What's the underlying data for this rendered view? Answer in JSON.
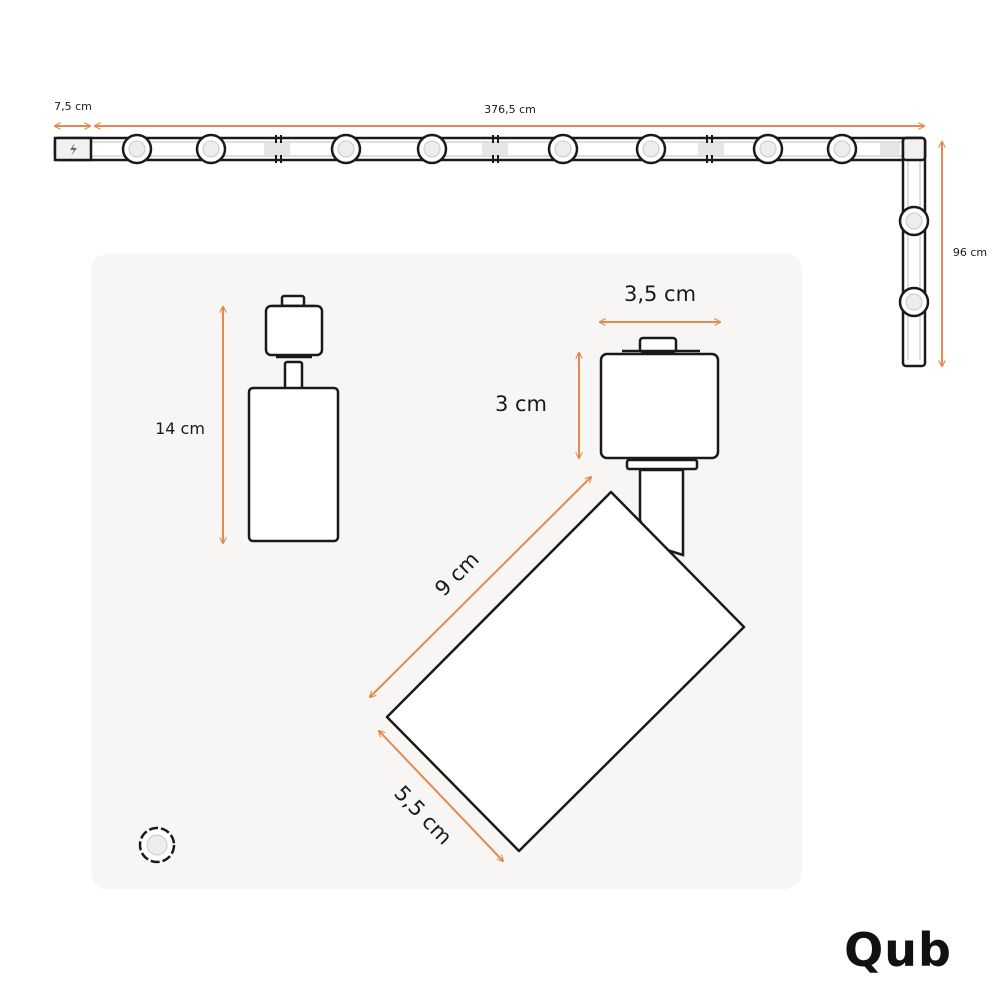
{
  "brand": {
    "logo": "Qub"
  },
  "colors": {
    "dimension": "#e4894f",
    "outline": "#1a1a1a",
    "panel": "#f7f6f4"
  },
  "track": {
    "dim_feed": "7,5 cm",
    "dim_length": "376,5 cm",
    "dim_side": "96 cm",
    "feed_icon": "lightning-bolt-icon"
  },
  "spot_side": {
    "dim_height": "14 cm"
  },
  "spot_angled": {
    "dim_adapter_width": "3,5 cm",
    "dim_adapter_height": "3 cm",
    "dim_body_length": "9 cm",
    "dim_body_diameter": "5,5 cm"
  }
}
